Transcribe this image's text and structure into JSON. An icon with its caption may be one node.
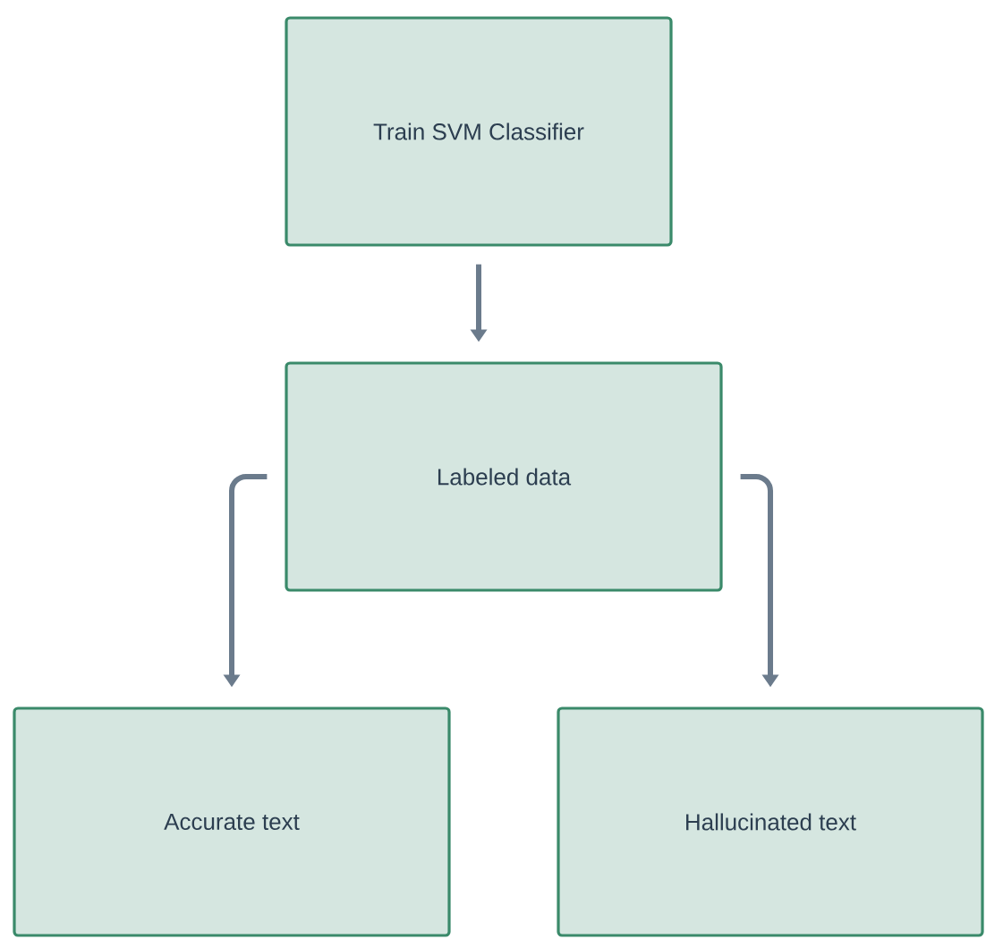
{
  "diagram": {
    "nodes": [
      {
        "text": [
          "Train SVM Classifier"
        ]
      },
      {
        "text": [
          "Labeled data"
        ]
      },
      {
        "text": [
          "Accurate text"
        ]
      },
      {
        "text": [
          "Hallucinated text"
        ]
      }
    ],
    "edges": [
      {
        "from": 0,
        "to": 1,
        "arrow": "to"
      },
      {
        "from": 1,
        "to": 2,
        "arrow": "to"
      },
      {
        "from": 1,
        "to": 3,
        "arrow": "to"
      }
    ]
  }
}
